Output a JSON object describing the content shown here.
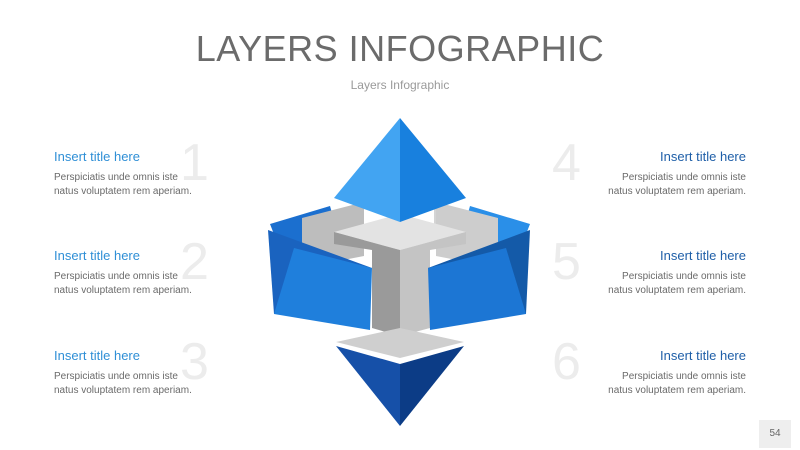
{
  "slide": {
    "title": "LAYERS INFOGRAPHIC",
    "subtitle": "Layers Infographic",
    "page_number": "54"
  },
  "items": [
    {
      "number": "1",
      "title": "Insert title here",
      "body_line1": "Perspiciatis unde omnis iste",
      "body_line2": "natus voluptatem rem aperiam."
    },
    {
      "number": "2",
      "title": "Insert title here",
      "body_line1": "Perspiciatis unde omnis iste",
      "body_line2": "natus voluptatem rem aperiam."
    },
    {
      "number": "3",
      "title": "Insert title here",
      "body_line1": "Perspiciatis unde omnis iste",
      "body_line2": "natus voluptatem rem aperiam."
    },
    {
      "number": "4",
      "title": "Insert title here",
      "body_line1": "Perspiciatis unde omnis iste",
      "body_line2": "natus voluptatem rem aperiam."
    },
    {
      "number": "5",
      "title": "Insert title here",
      "body_line1": "Perspiciatis unde omnis iste",
      "body_line2": "natus voluptatem rem aperiam."
    },
    {
      "number": "6",
      "title": "Insert title here",
      "body_line1": "Perspiciatis unde omnis iste",
      "body_line2": "natus voluptatem rem aperiam."
    }
  ],
  "colors": {
    "light_blue": "#3ea0f0",
    "mid_blue": "#1e7fd8",
    "dark_blue": "#1452a6",
    "navy": "#0d3f8f",
    "grey_light": "#d9d9d9",
    "grey_mid": "#bdbdbd",
    "grey_dark": "#8f8f8f"
  }
}
